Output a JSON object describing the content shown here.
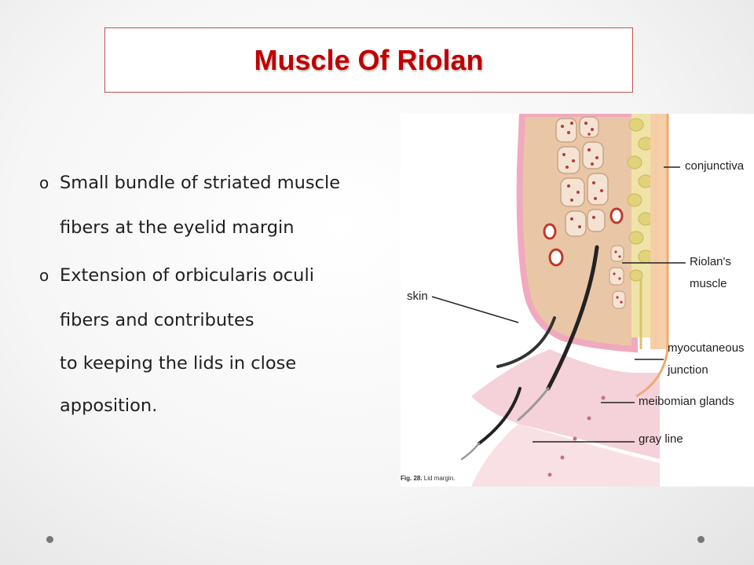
{
  "slide": {
    "title": "Muscle Of Riolan",
    "bullets": [
      {
        "marker": "o",
        "lines": [
          "Small bundle of striated muscle",
          "fibers at the eyelid margin"
        ]
      },
      {
        "marker": "o",
        "lines": [
          "Extension of orbicularis oculi",
          "fibers and contributes",
          "to keeping the lids in close",
          "apposition."
        ]
      }
    ]
  },
  "figure": {
    "labels": {
      "conjunctiva": "conjunctiva",
      "riolans_1": "Riolan's",
      "riolans_2": "muscle",
      "skin": "skin",
      "myocutaneous_1": "myocutaneous",
      "myocutaneous_2": "junction",
      "meibomian": "meibomian glands",
      "gray_line": "gray line"
    },
    "caption_bold": "Fig. 28.",
    "caption_text": " Lid margin."
  }
}
